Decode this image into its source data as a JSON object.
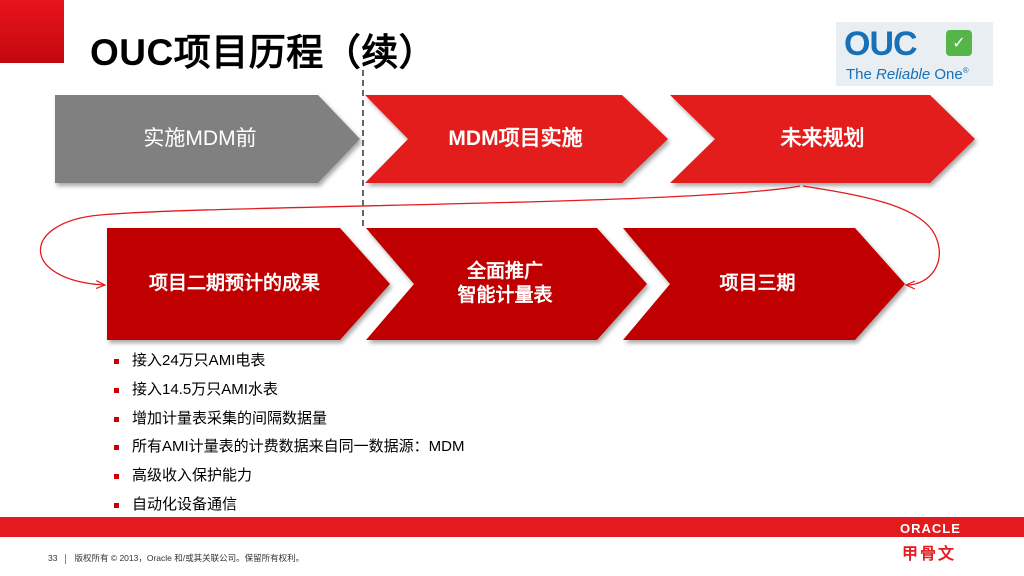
{
  "title": "OUC项目历程（续）",
  "logo": {
    "brand": "OUC",
    "tagline_prefix": "The ",
    "tagline_italic": "Reliable",
    "tagline_suffix": " One",
    "trademark": "®"
  },
  "phases": [
    {
      "label": "实施MDM前",
      "color": "#808080"
    },
    {
      "label": "MDM项目实施",
      "color": "#e31b1f"
    },
    {
      "label": "未来规划",
      "color": "#e31b1f"
    }
  ],
  "steps": [
    {
      "label": "项目二期预计的成果"
    },
    {
      "line1": "全面推广",
      "line2": "智能计量表"
    },
    {
      "label": "项目三期"
    }
  ],
  "bullets": [
    "接入24万只AMI电表",
    "接入14.5万只AMI水表",
    "增加计量表采集的间隔数据量",
    "所有AMI计量表的计费数据来自同一数据源：MDM",
    "高级收入保护能力",
    "自动化设备通信"
  ],
  "footer": {
    "page": "33",
    "copyright": "版权所有 © 2013，Oracle 和/或其关联公司。保留所有权利。"
  },
  "oracle_logo": {
    "text": "ORACLE",
    "cn": "甲骨文"
  },
  "colors": {
    "brand_red": "#e31b1f",
    "dark_red": "#c00000",
    "gray": "#808080",
    "ouc_blue": "#1671b8",
    "ouc_green": "#56b548"
  }
}
